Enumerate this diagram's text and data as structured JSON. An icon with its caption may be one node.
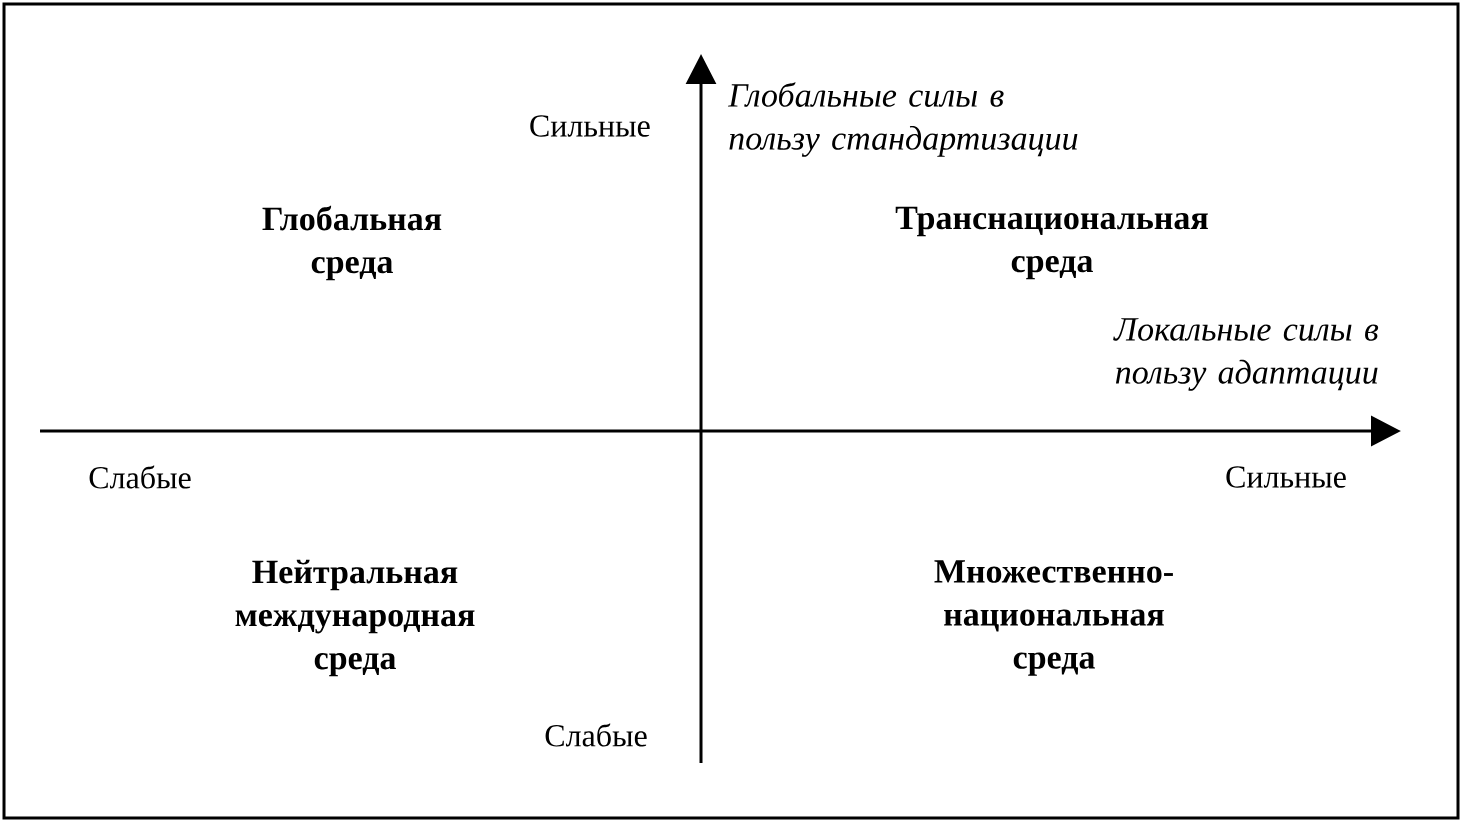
{
  "diagram": {
    "labels": [
      "Сильные",
      "Глобальные силы в пользу стандартизации",
      "Глобальная среда",
      "Транснациональная среда",
      "Локальные силы в пользу адаптации",
      "Слабые",
      "Сильные",
      "Нейтральная международная среда",
      "Множественно-национальная среда",
      "Слабые"
    ]
  }
}
